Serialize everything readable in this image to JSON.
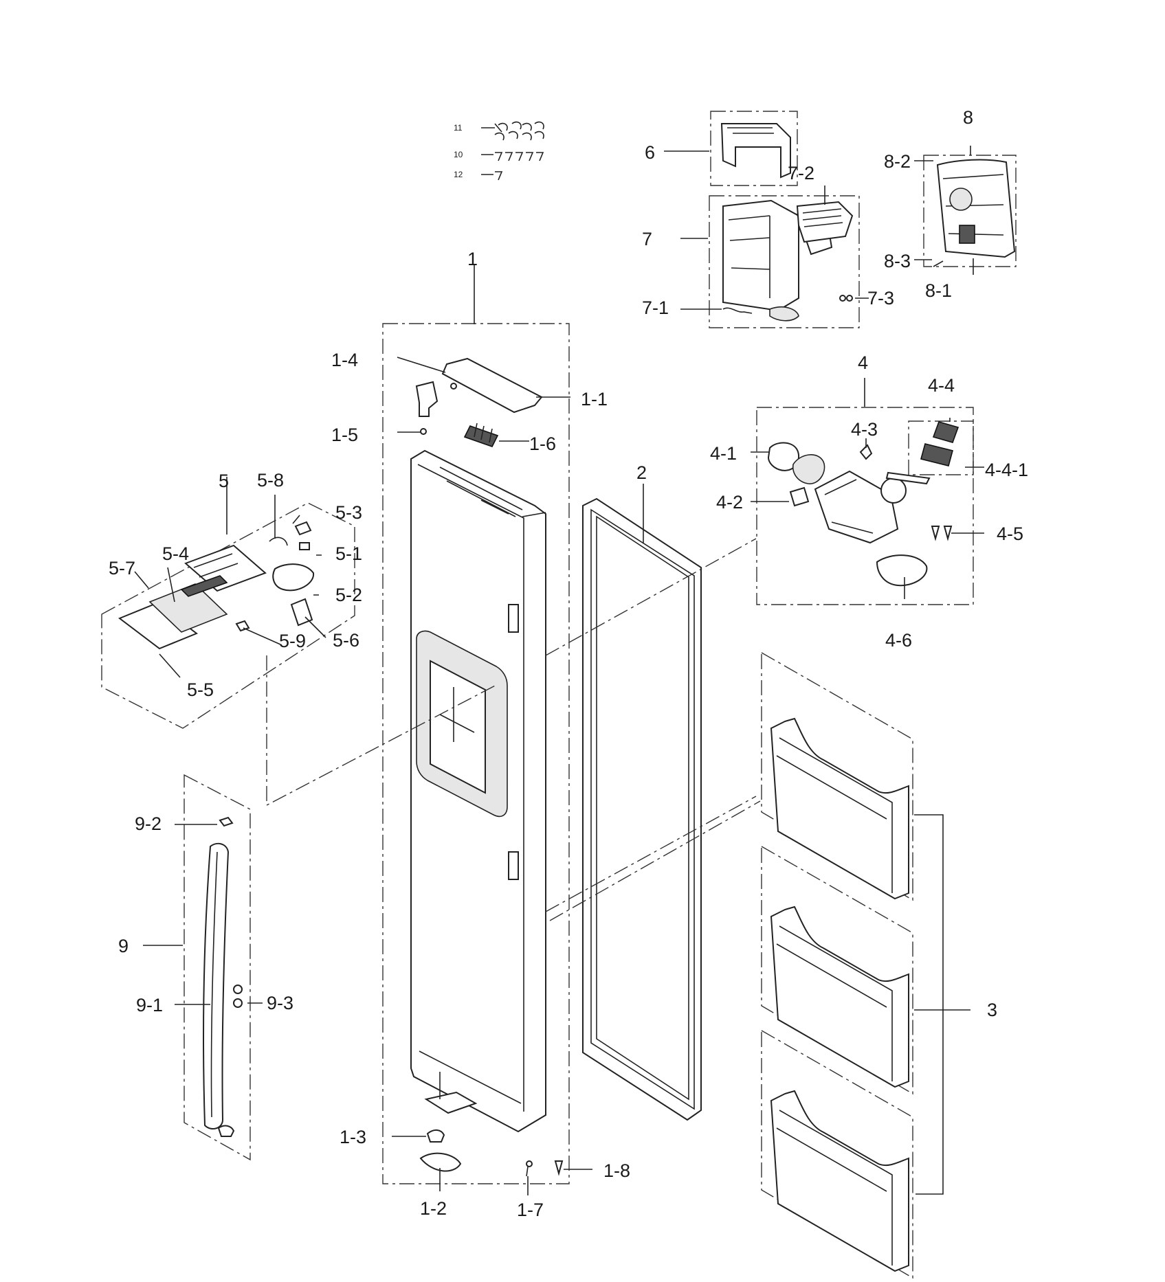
{
  "diagram": {
    "labels": {
      "l1": "1",
      "l1_1": "1-1",
      "l1_2": "1-2",
      "l1_3": "1-3",
      "l1_4": "1-4",
      "l1_5": "1-5",
      "l1_6": "1-6",
      "l1_7": "1-7",
      "l1_8": "1-8",
      "l2": "2",
      "l3": "3",
      "l4": "4",
      "l4_1": "4-1",
      "l4_2": "4-2",
      "l4_3": "4-3",
      "l4_4": "4-4",
      "l4_4_1": "4-4-1",
      "l4_5": "4-5",
      "l4_6": "4-6",
      "l5": "5",
      "l5_1": "5-1",
      "l5_2": "5-2",
      "l5_3": "5-3",
      "l5_4": "5-4",
      "l5_5": "5-5",
      "l5_6": "5-6",
      "l5_7": "5-7",
      "l5_8": "5-8",
      "l5_9": "5-9",
      "l6": "6",
      "l7": "7",
      "l7_1": "7-1",
      "l7_2": "7-2",
      "l7_3": "7-3",
      "l8": "8",
      "l8_1": "8-1",
      "l8_2": "8-2",
      "l8_3": "8-3",
      "l9": "9",
      "l9_1": "9-1",
      "l9_2": "9-2",
      "l9_3": "9-3",
      "l10": "10",
      "l11": "11",
      "l12": "12"
    }
  }
}
